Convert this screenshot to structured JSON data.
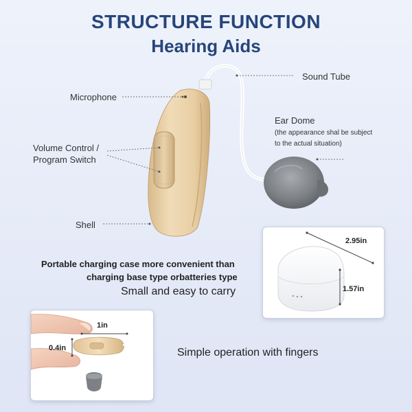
{
  "title": {
    "line1": "STRUCTURE FUNCTION",
    "line2": "Hearing Aids"
  },
  "labels": {
    "sound_tube": "Sound Tube",
    "microphone": "Microphone",
    "volume_control_line1": "Volume Control /",
    "volume_control_line2": "Program Switch",
    "shell": "Shell",
    "ear_dome": "Ear Dome",
    "ear_dome_note_line1": "(the appearance shal be subject",
    "ear_dome_note_line2": "to the actual situation)"
  },
  "case": {
    "width": "2.95in",
    "height": "1.57in"
  },
  "features": {
    "line1": "Portable charging case more convenient than",
    "line2": "charging base type orbatteries type",
    "line3": "Small and easy to carry",
    "fingers": "Simple operation with fingers"
  },
  "finger_panel": {
    "width": "1in",
    "height": "0.4in"
  },
  "colors": {
    "title": "#27457a",
    "shell": "#e8cfa6",
    "dome": "#7a7d80",
    "background": "#e8edf8"
  }
}
